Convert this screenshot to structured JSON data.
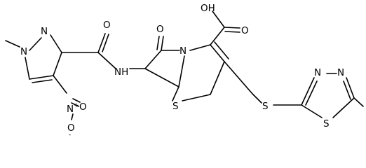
{
  "atom_labels": {
    "oh": "OH",
    "o_acid": "O",
    "o_amide_top": "O",
    "o_lactam": "O",
    "o_nitro_a": "O",
    "o_nitro_b": "O",
    "n_lactam": "N",
    "nh": "NH",
    "n_pyr_1": "N",
    "n_pyr_2": "N",
    "n_nitro": "N",
    "n_thd_1": "N",
    "n_thd_2": "N",
    "s_ring": "S",
    "s_link": "S",
    "s_thd": "S"
  },
  "charges": {
    "n_nitro": "+",
    "o_nitro_minus": "-"
  },
  "colors": {
    "bond": "#000000",
    "label": "#000000",
    "background": "#ffffff"
  }
}
